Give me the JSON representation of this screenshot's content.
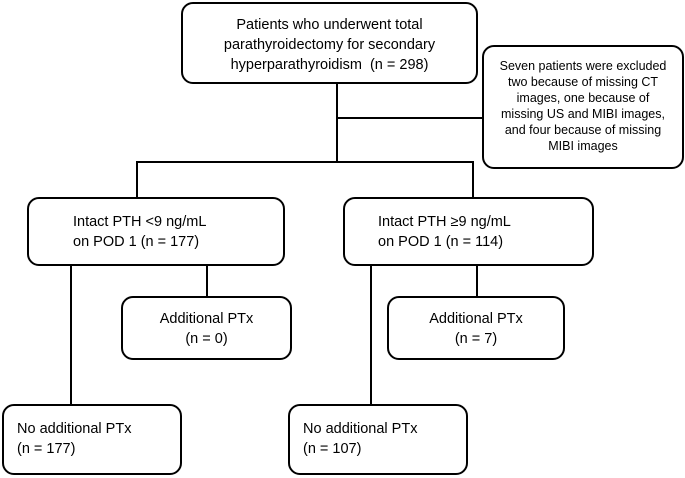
{
  "flowchart": {
    "top": {
      "lines": [
        "Patients who underwent total",
        "parathyroidectomy for secondary",
        "hyperparathyroidism  (n = 298)"
      ]
    },
    "excluded": {
      "lines": [
        "Seven patients were excluded",
        "two because of missing CT",
        "images, one because of",
        "missing US and MIBI images,",
        "and four because of missing",
        "MIBI images"
      ]
    },
    "left": {
      "lines": [
        "Intact PTH <9 ng/mL",
        "on POD 1 (n = 177)"
      ],
      "additional": {
        "lines": [
          "Additional PTx",
          "(n = 0)"
        ]
      },
      "no_additional": {
        "lines": [
          "No additional PTx",
          "(n = 177)"
        ]
      }
    },
    "right": {
      "lines": [
        "Intact PTH ≥9 ng/mL",
        "on POD 1 (n = 114)"
      ],
      "additional": {
        "lines": [
          "Additional PTx",
          "(n = 7)"
        ]
      },
      "no_additional": {
        "lines": [
          "No additional PTx",
          "(n = 107)"
        ]
      }
    }
  }
}
